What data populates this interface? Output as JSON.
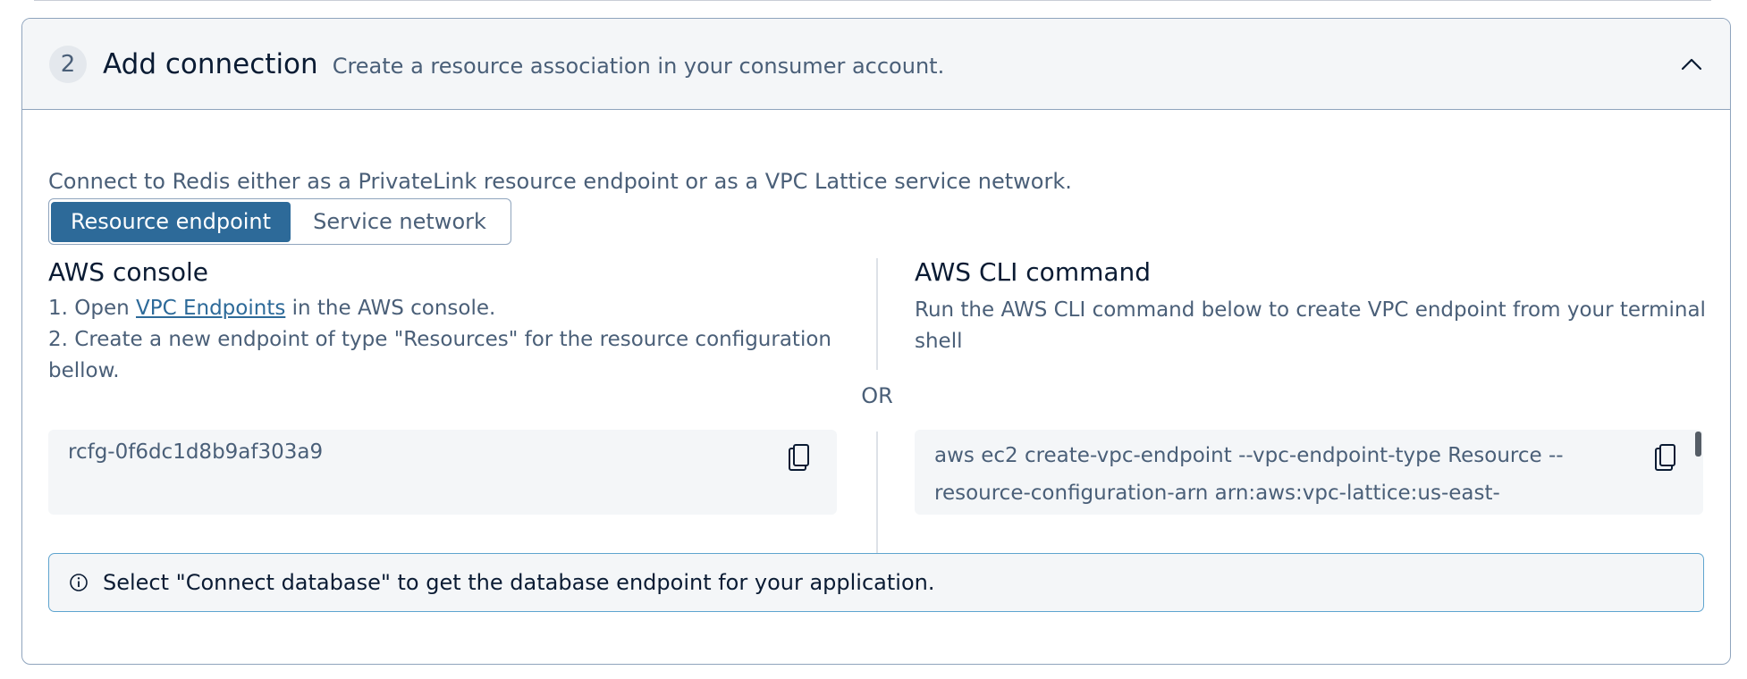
{
  "step": {
    "number": "2",
    "title": "Add connection",
    "subtitle": "Create a resource association in your consumer account."
  },
  "intro": "Connect to Redis either as a PrivateLink resource endpoint or as a VPC Lattice service network.",
  "tabs": [
    {
      "label": "Resource endpoint",
      "active": true
    },
    {
      "label": "Service network",
      "active": false
    }
  ],
  "console": {
    "title": "AWS console",
    "step1_prefix": "1. Open ",
    "step1_link": "VPC Endpoints",
    "step1_suffix": " in the AWS console.",
    "step2": "2. Create a new endpoint of type \"Resources\" for the resource configuration bellow.",
    "resource_id": "rcfg-0f6dc1d8b9af303a9"
  },
  "or_label": "OR",
  "cli": {
    "title": "AWS CLI command",
    "description": "Run the AWS CLI command below to create VPC endpoint from your terminal shell",
    "command": "aws ec2 create-vpc-endpoint --vpc-endpoint-type Resource --resource-configuration-arn arn:aws:vpc-lattice:us-east-"
  },
  "alert": {
    "text": "Select \"Connect database\" to get the database endpoint for your application."
  },
  "colors": {
    "accent": "#2d6a99",
    "border": "#8fa4bd",
    "info_border": "#5ea4cf",
    "text_dark": "#0a1b33",
    "text_muted": "#4a5f78"
  }
}
